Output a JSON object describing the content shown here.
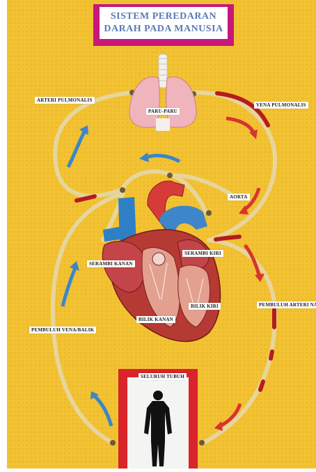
{
  "title": {
    "line1": "SISTEM PEREDARAN",
    "line2": "DARAH PADA MANUSIA"
  },
  "labels": {
    "paru": "PARU-PARU",
    "arteri_pulmonalis": "ARTERI PULMONALIS",
    "vena_pulmonalis": "VENA PULMONALIS",
    "aorta": "AORTA",
    "serambi_kanan": "SERAMBI KANAN",
    "serambi_kiri": "SERAMBI KIRI",
    "bilik_kiri": "BILIK KIRI",
    "bilik_kanan": "BILIK KANAN",
    "pembuluh_arteri": "PEMBULUH ARTERI NADI",
    "pembuluh_vena": "PEMBULUH VENA/BALIK",
    "seluruh_tubuh": "SELURUH TUBUH"
  },
  "colors": {
    "board": "#f2c233",
    "title_frame": "#c8177a",
    "title_text": "#5a7ab4",
    "arrow_blue": "#3b86c8",
    "arrow_red": "#d8342e",
    "blood": "#b51d1d",
    "body_frame": "#d8242a"
  },
  "icons": [
    "lungs-icon",
    "heart-icon",
    "human-silhouette-icon"
  ]
}
